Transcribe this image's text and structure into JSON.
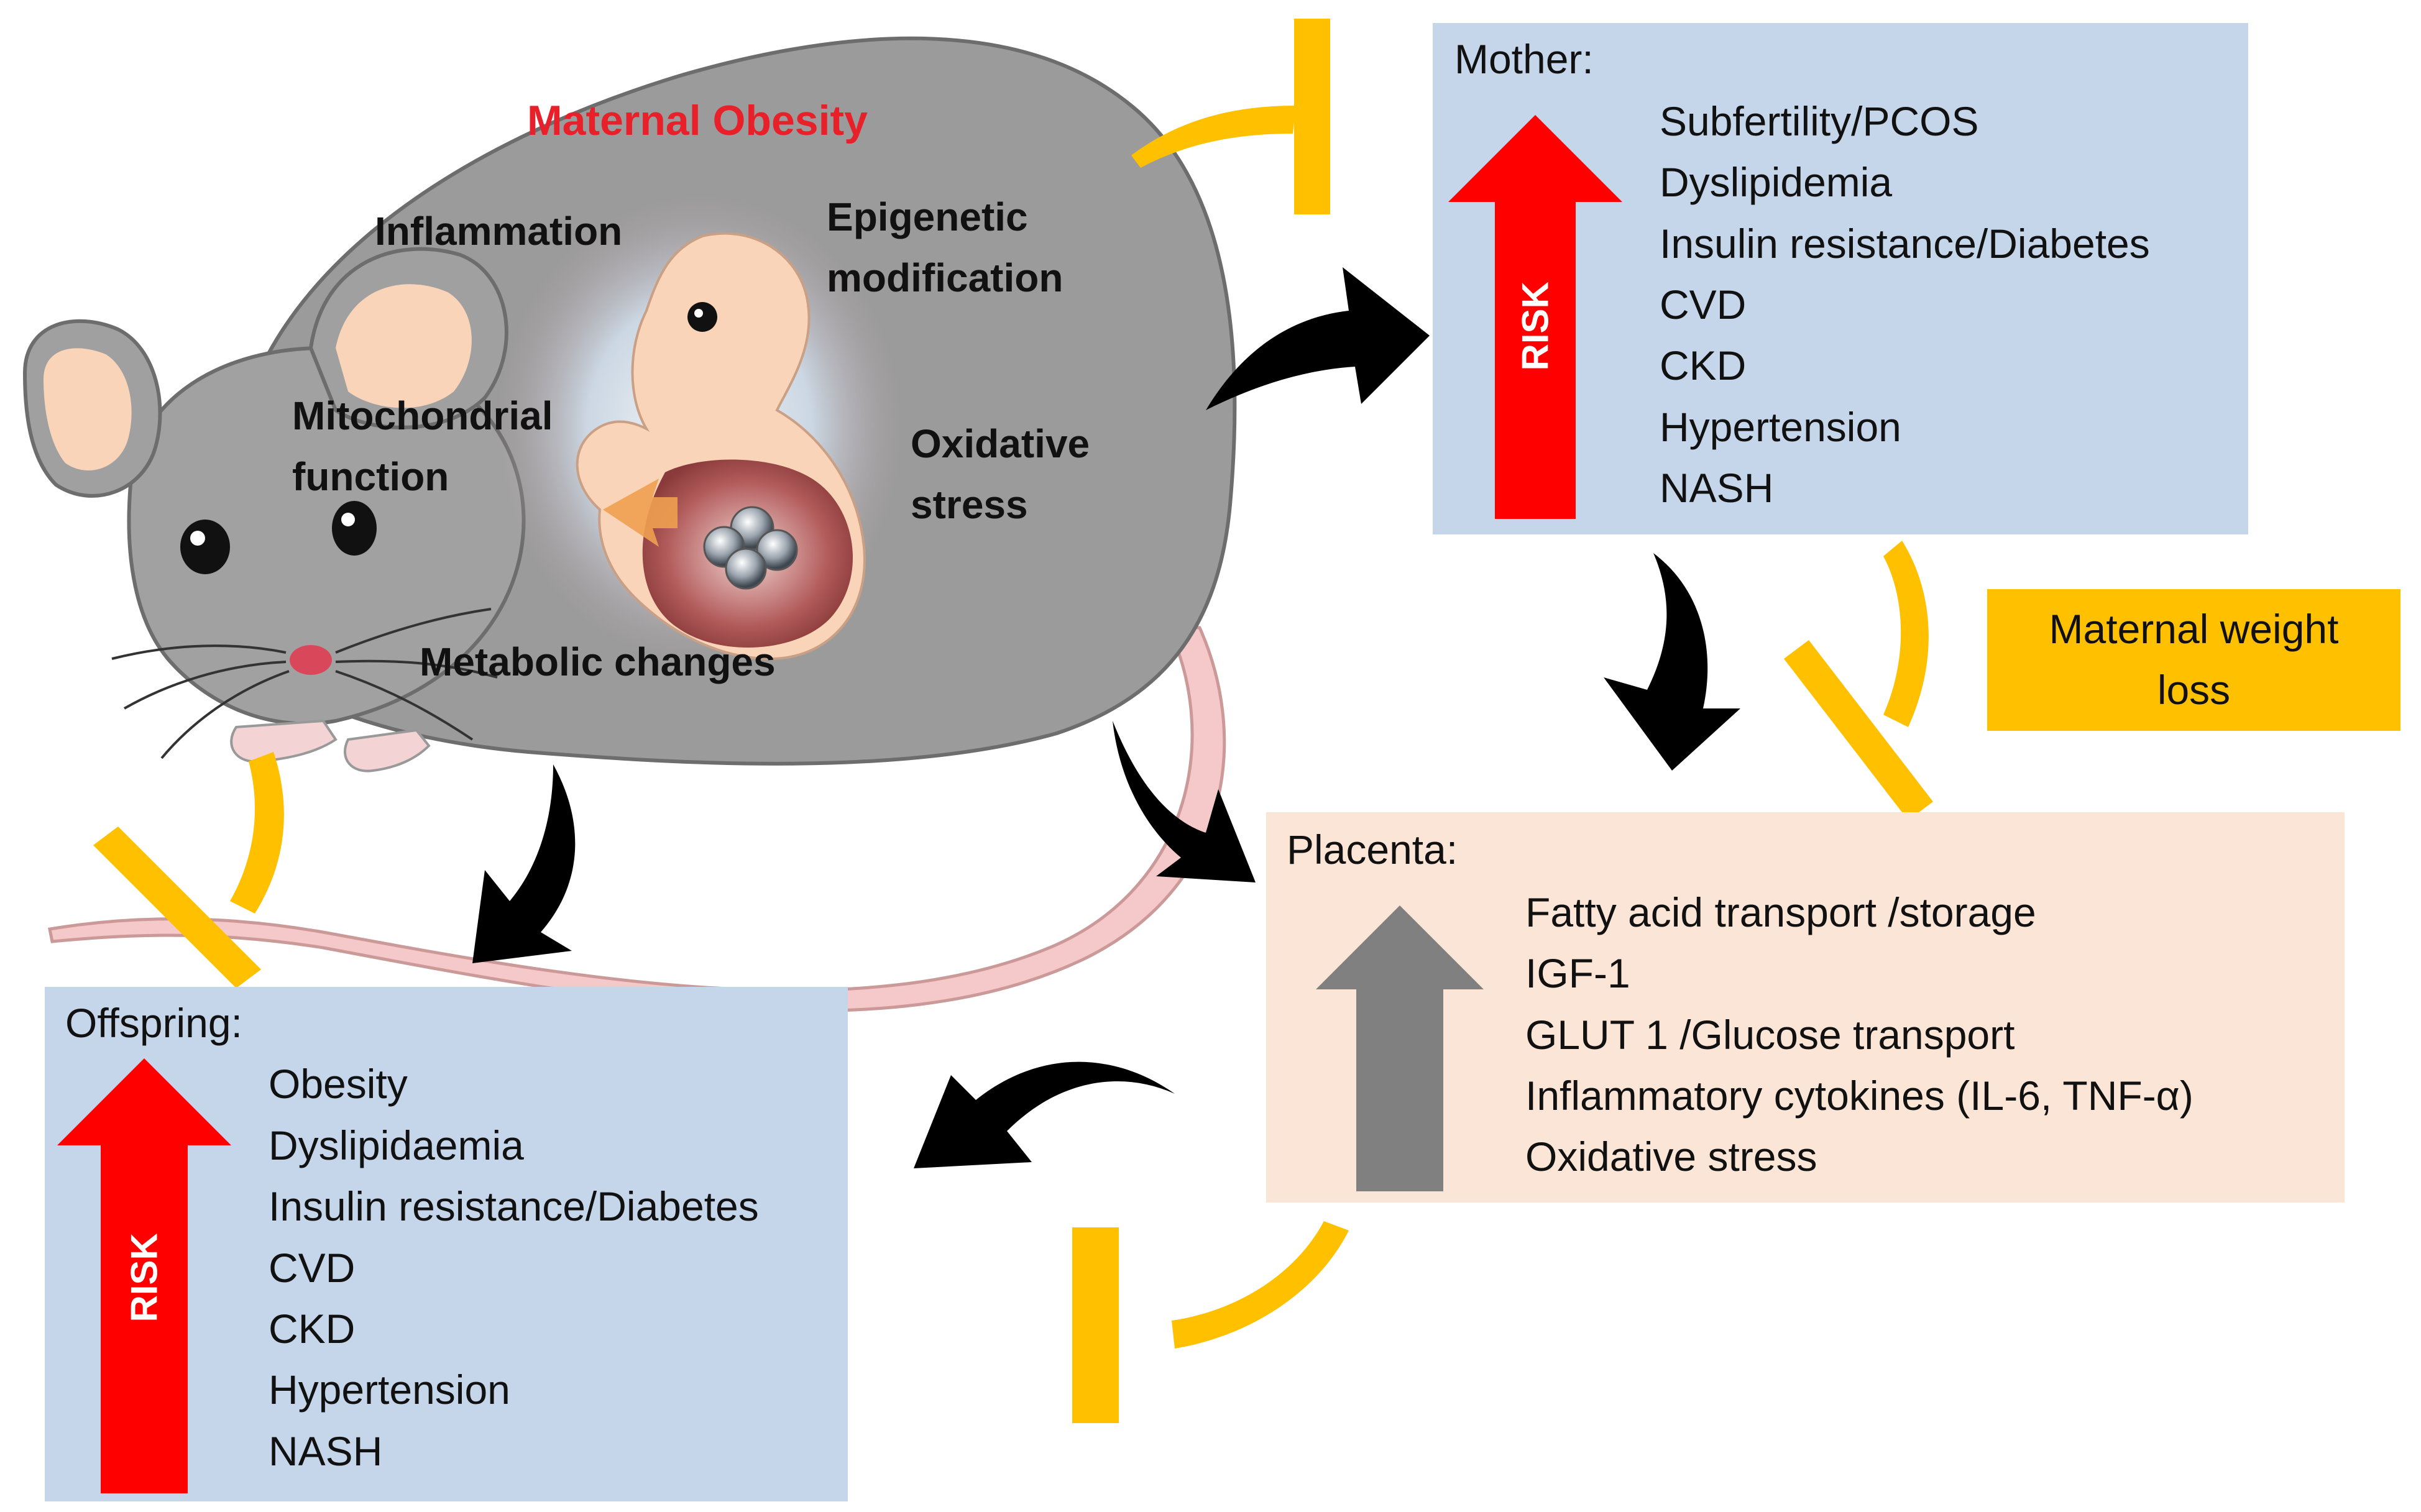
{
  "colors": {
    "risk_arrow": "#ff0000",
    "placenta_arrow": "#808080",
    "inhibitor": "#ffc000",
    "flow_arrow": "#000000",
    "mother_box": "#c5d5ea",
    "placenta_box": "#fbe5d6",
    "callout_box": "#ffc000",
    "title_red": "#e8202a"
  },
  "mouse": {
    "title": "Maternal Obesity",
    "labels": {
      "inflammation": "Inflammation",
      "epigenetic_line1": "Epigenetic",
      "epigenetic_line2": "modification",
      "mitochondrial_line1": "Mitochondrial",
      "mitochondrial_line2": "function",
      "oxidative_line1": "Oxidative",
      "oxidative_line2": "stress",
      "metabolic": "Metabolic changes"
    }
  },
  "mother": {
    "title": "Mother:",
    "risk_label": "RISK",
    "items": [
      "Subfertility/PCOS",
      "Dyslipidemia",
      "Insulin resistance/Diabetes",
      "CVD",
      "CKD",
      "Hypertension",
      "NASH"
    ]
  },
  "placenta": {
    "title": "Placenta:",
    "items": [
      "Fatty acid transport /storage",
      "IGF-1",
      "GLUT 1 /Glucose transport",
      "Inflammatory cytokines (IL-6, TNF-α)",
      "Oxidative stress"
    ]
  },
  "offspring": {
    "title": "Offspring:",
    "risk_label": "RISK",
    "items": [
      "Obesity",
      "Dyslipidaemia",
      "Insulin resistance/Diabetes",
      "CVD",
      "CKD",
      "Hypertension",
      "NASH"
    ]
  },
  "intervention": {
    "line1": "Maternal weight",
    "line2": "loss"
  },
  "icons": {
    "flow": "curved-arrow-icon",
    "inhibition": "inhibitor-tbar-icon",
    "risk": "up-arrow-icon"
  }
}
